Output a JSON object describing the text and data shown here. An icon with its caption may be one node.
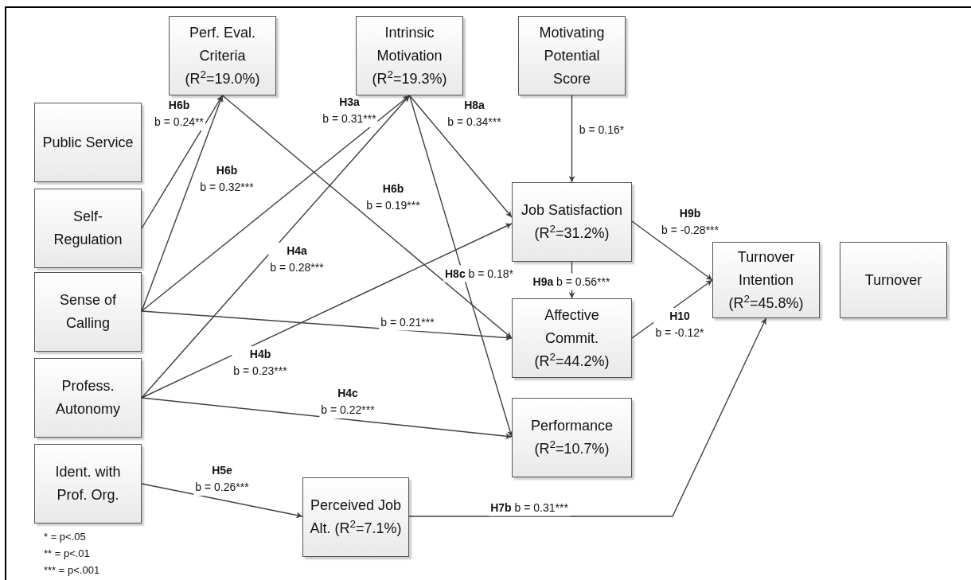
{
  "diagram": {
    "nodes": [
      {
        "text": [
          "Perf. Eval. Criteria (R$^{2}$=19.0%)"
        ]
      },
      {
        "text": [
          "Intrinsic Motivation (R$^{2}$=19.3%)"
        ]
      },
      {
        "text": [
          "Motivating Potential Score"
        ]
      },
      {
        "text": [
          "Public Service"
        ]
      },
      {
        "text": [
          "Self-Regulation"
        ]
      },
      {
        "text": [
          "Job Satisfaction (R$^{2}$=31.2%)"
        ]
      },
      {
        "text": [
          "Turnover Intention (R$^{2}$=45.8%)"
        ]
      },
      {
        "text": [
          "Turnover"
        ]
      },
      {
        "text": [
          "Sense of Calling"
        ]
      },
      {
        "text": [
          "Affective Commit. (R$^{2}$=44.2%)"
        ]
      },
      {
        "text": [
          "Profess. Autonomy"
        ]
      },
      {
        "text": [
          "Performance (R$^{2}$=10.7%)"
        ]
      },
      {
        "text": [
          "Ident. with Prof. Org."
        ]
      },
      {
        "text": [
          "Perceived Job Alt. (R$^{2}$=7.1%)"
        ]
      }
    ],
    "edges": [
      {
        "from": 4,
        "to": 0,
        "arrow": "to",
        "label": "**H6b** b = 0.24**"
      },
      {
        "from": 8,
        "to": 0,
        "arrow": "to",
        "label": "**H6b** b = 0.32***"
      },
      {
        "from": 0,
        "to": 9,
        "arrow": "to",
        "label": "**H6b** b = 0.19***"
      },
      {
        "from": 8,
        "to": 1,
        "arrow": "to",
        "label": "**H3a** b = 0.31***"
      },
      {
        "from": 10,
        "to": 1,
        "arrow": "to",
        "label": "**H4a** b = 0.28***"
      },
      {
        "from": 1,
        "to": 5,
        "arrow": "to",
        "label": "**H8a** b = 0.34***"
      },
      {
        "from": 1,
        "to": 11,
        "arrow": "to",
        "label": "**H8c** b = 0.18*"
      },
      {
        "from": 2,
        "to": 5,
        "arrow": "to",
        "label": "b = 0.16*"
      },
      {
        "from": 8,
        "to": 9,
        "arrow": "to",
        "label": "b = 0.21***"
      },
      {
        "from": 10,
        "to": 5,
        "arrow": "to",
        "label": "**H4b** b = 0.23***"
      },
      {
        "from": 10,
        "to": 11,
        "arrow": "to",
        "label": "**H4c** b = 0.22***"
      },
      {
        "from": 5,
        "to": 9,
        "arrow": "to",
        "label": "**H9a** b = 0.56***"
      },
      {
        "from": 5,
        "to": 6,
        "arrow": "to",
        "label": "**H9b** b = -0.28***"
      },
      {
        "from": 9,
        "to": 6,
        "arrow": "to",
        "label": "**H10** b = -0.12*"
      },
      {
        "from": 12,
        "to": 13,
        "arrow": "to",
        "label": "**H5e** b = 0.26***"
      },
      {
        "from": 13,
        "to": 6,
        "arrow": "to",
        "label": "**H7b** b = 0.31***"
      }
    ],
    "labels": [
      "* = p<.05",
      "** = p<.01",
      "*** = p<.001"
    ]
  }
}
